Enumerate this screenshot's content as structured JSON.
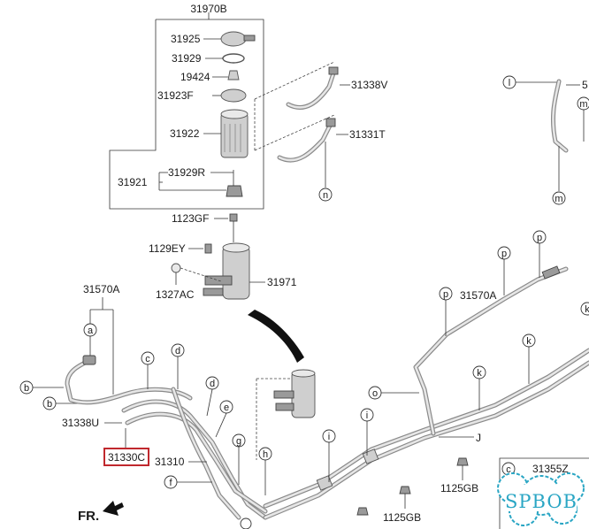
{
  "parts": {
    "p31970B": "31970B",
    "p31925": "31925",
    "p31929": "31929",
    "p19424": "19424",
    "p31923F": "31923F",
    "p31922": "31922",
    "p31929R": "31929R",
    "p31921": "31921",
    "p31338V": "31338V",
    "p31331T": "31331T",
    "p1123GF": "1123GF",
    "p1129EY": "1129EY",
    "p1327AC": "1327AC",
    "p31971": "31971",
    "p31570A_left": "31570A",
    "p31570A_right": "31570A",
    "p31338U": "31338U",
    "p31330C": "31330C",
    "p31310": "31310",
    "p1125GB_a": "1125GB",
    "p1125GB_b": "1125GB",
    "p31355Z": "31355Z",
    "p5_partial": "5",
    "pJ": "J",
    "pFR": "FR."
  },
  "callouts": {
    "a": "a",
    "b1": "b",
    "b2": "b",
    "c": "c",
    "d1": "d",
    "d2": "d",
    "e": "e",
    "f": "f",
    "g": "g",
    "h": "h",
    "i1": "i",
    "i2": "i",
    "k1": "k",
    "k2": "k",
    "k3": "k",
    "l": "l",
    "m1": "m",
    "m2": "m",
    "n": "n",
    "o": "o",
    "p1": "p",
    "p2": "p",
    "p3": "p",
    "c_box": "c"
  },
  "watermark": "SPBOB",
  "colors": {
    "highlight": "#c0282d",
    "watermark": "#2aa6c4",
    "line": "#333333"
  }
}
